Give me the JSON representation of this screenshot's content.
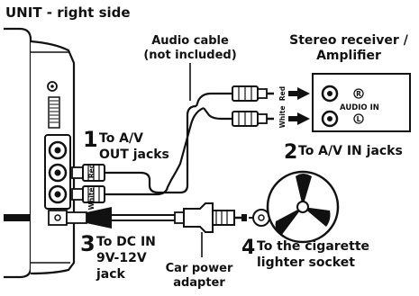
{
  "title": "UNIT - right side",
  "audio_cable": {
    "line1": "Audio cable",
    "line2": "(not included)"
  },
  "receiver": {
    "line1": "Stereo receiver /",
    "line2": "Amplifier",
    "panel_label": "AUDIO IN",
    "jack_r": "R",
    "jack_l": "L"
  },
  "plug_colors": {
    "red": "Red",
    "white": "White"
  },
  "steps": [
    {
      "number": "1",
      "line1": "To A/V",
      "line2": "OUT jacks"
    },
    {
      "number": "2",
      "line1": "To A/V IN jacks"
    },
    {
      "number": "3",
      "line1": "To DC IN",
      "line2": "9V-12V",
      "line3": "jack"
    },
    {
      "number": "4",
      "line1": "To the cigarette",
      "line2": "lighter socket"
    }
  ],
  "car_adapter": {
    "line1": "Car power",
    "line2": "adapter"
  }
}
